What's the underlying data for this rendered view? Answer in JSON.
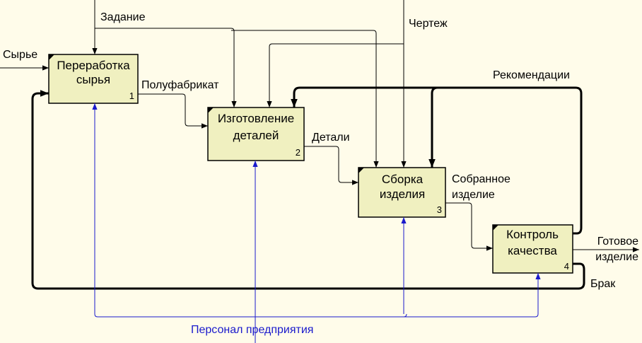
{
  "diagram": {
    "blocks": [
      {
        "id": "A1",
        "title_lines": [
          "Переработка",
          "сырья"
        ],
        "number": "1"
      },
      {
        "id": "A2",
        "title_lines": [
          "Изготовление",
          "деталей"
        ],
        "number": "2"
      },
      {
        "id": "A3",
        "title_lines": [
          "Сборка",
          "изделия"
        ],
        "number": "3"
      },
      {
        "id": "A4",
        "title_lines": [
          "Контроль",
          "качества"
        ],
        "number": "4"
      }
    ],
    "arrow_labels": {
      "raw": "Сырье",
      "task": "Задание",
      "drawing": "Чертеж",
      "semi_product": "Полуфабрикат",
      "parts": "Детали",
      "assembled_line1": "Собранное",
      "assembled_line2": "изделие",
      "recommendations": "Рекомендации",
      "finished_line1": "Готовое",
      "finished_line2": "изделие",
      "defect": "Брак",
      "staff": "Персонал предприятия"
    },
    "colors": {
      "background": "#fffcea",
      "block_fill": "#f0f0c0",
      "mechanism_arrows": "#1a1acc"
    }
  }
}
